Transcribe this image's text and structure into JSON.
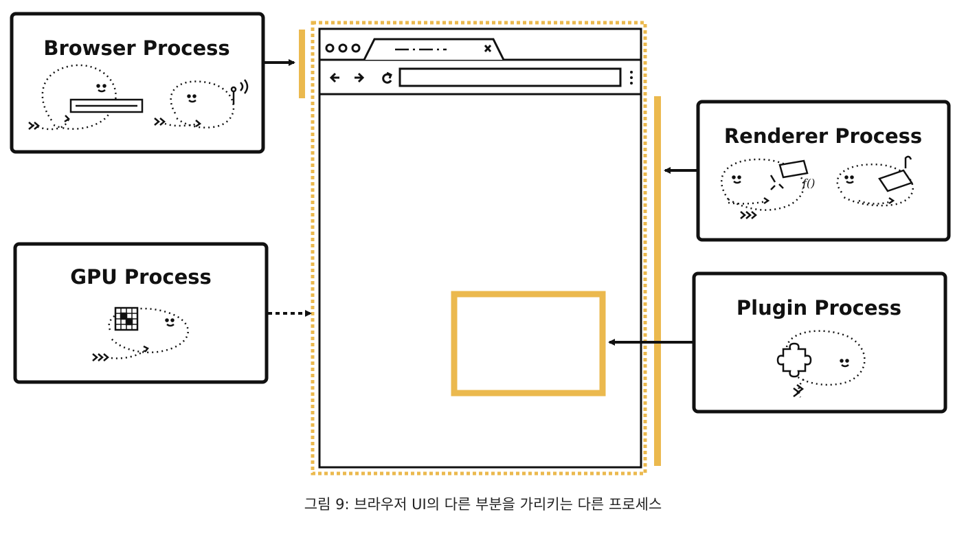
{
  "processes": {
    "browser": {
      "title": "Browser Process"
    },
    "renderer": {
      "title": "Renderer Process"
    },
    "gpu": {
      "title": "GPU Process"
    },
    "plugin": {
      "title": "Plugin Process"
    }
  },
  "caption": "그림 9: 브라우저 UI의 다른 부분을 가리키는 다른 프로세스",
  "colors": {
    "accent": "#EBB94E",
    "ink": "#111111"
  },
  "icons": [
    "arrow-left-icon",
    "arrow-right-icon",
    "reload-icon",
    "more-vert-icon",
    "close-tab-icon",
    "window-dots-icon",
    "puzzle-icon"
  ]
}
